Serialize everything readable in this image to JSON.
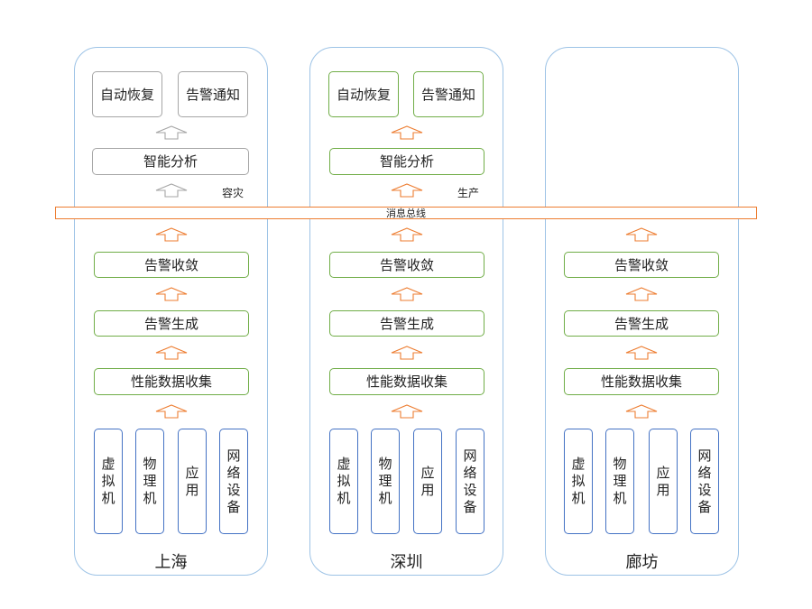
{
  "colors": {
    "dc_border": "#9dc3e6",
    "green": "#70ad47",
    "gray": "#a6a6a6",
    "blue": "#4472c4",
    "orange": "#ed7d31"
  },
  "bus": {
    "label": "消息总线"
  },
  "datacenters": [
    {
      "name": "上海",
      "role": "容灾",
      "top_boxes": [
        "自动恢复",
        "告警通知"
      ],
      "analysis": "智能分析",
      "pipeline": [
        "告警收敛",
        "告警生成",
        "性能数据收集"
      ],
      "sources": [
        "虚拟机",
        "物理机",
        "应用",
        "网络设备"
      ]
    },
    {
      "name": "深圳",
      "role": "生产",
      "top_boxes": [
        "自动恢复",
        "告警通知"
      ],
      "analysis": "智能分析",
      "pipeline": [
        "告警收敛",
        "告警生成",
        "性能数据收集"
      ],
      "sources": [
        "虚拟机",
        "物理机",
        "应用",
        "网络设备"
      ]
    },
    {
      "name": "廊坊",
      "pipeline": [
        "告警收敛",
        "告警生成",
        "性能数据收集"
      ],
      "sources": [
        "虚拟机",
        "物理机",
        "应用",
        "网络设备"
      ]
    }
  ]
}
